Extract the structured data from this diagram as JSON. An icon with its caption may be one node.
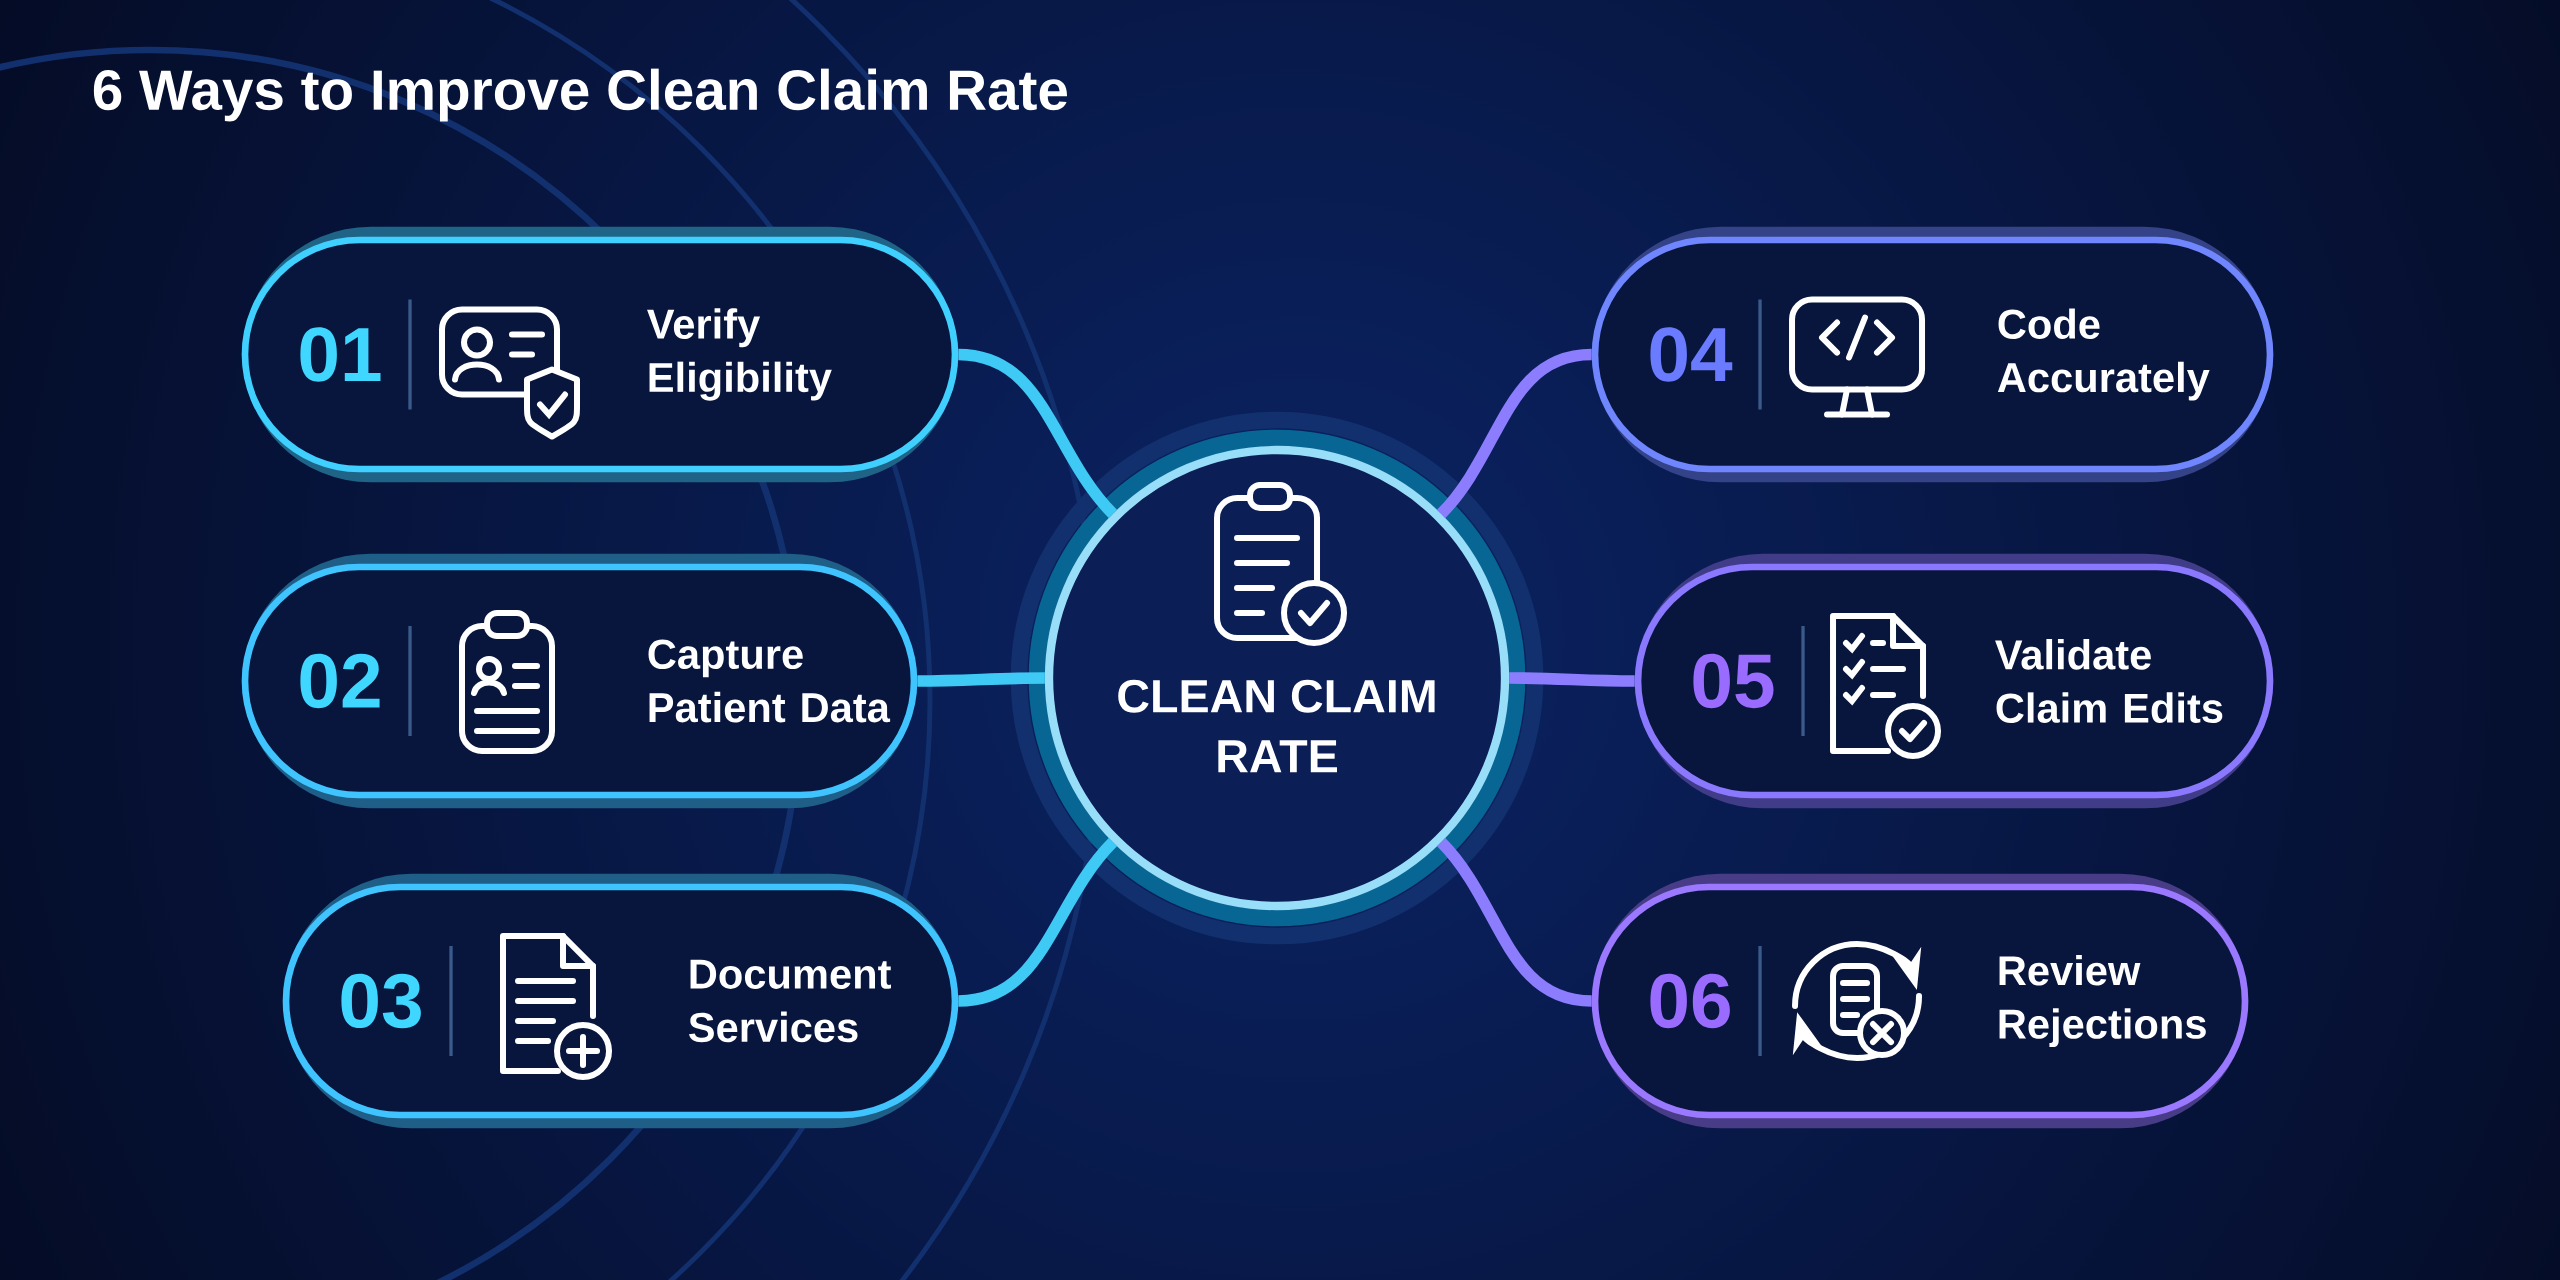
{
  "diagram": {
    "title": "6 Ways to Improve Clean Claim Rate",
    "nodes": [
      {
        "text": [
          "01",
          "Verify Eligibility"
        ]
      },
      {
        "text": [
          "02",
          "Capture Patient Data"
        ]
      },
      {
        "text": [
          "03",
          "Document Services"
        ]
      },
      {
        "text": [
          "CLEAN CLAIM RATE"
        ]
      },
      {
        "text": [
          "04",
          "Code Accurately"
        ]
      },
      {
        "text": [
          "05",
          "Validate Claim Edits"
        ]
      },
      {
        "text": [
          "06",
          "Review Rejections"
        ]
      }
    ],
    "edges": [
      {
        "from": 0,
        "to": 3,
        "arrow": "none",
        "color": "#3fc9f5"
      },
      {
        "from": 1,
        "to": 3,
        "arrow": "none",
        "color": "#3fc9f5"
      },
      {
        "from": 2,
        "to": 3,
        "arrow": "none",
        "color": "#3fc9f5"
      },
      {
        "from": 4,
        "to": 3,
        "arrow": "none",
        "color": "#8c7dff"
      },
      {
        "from": 5,
        "to": 3,
        "arrow": "none",
        "color": "#8c7dff"
      },
      {
        "from": 6,
        "to": 3,
        "arrow": "none",
        "color": "#8c7dff"
      }
    ]
  }
}
